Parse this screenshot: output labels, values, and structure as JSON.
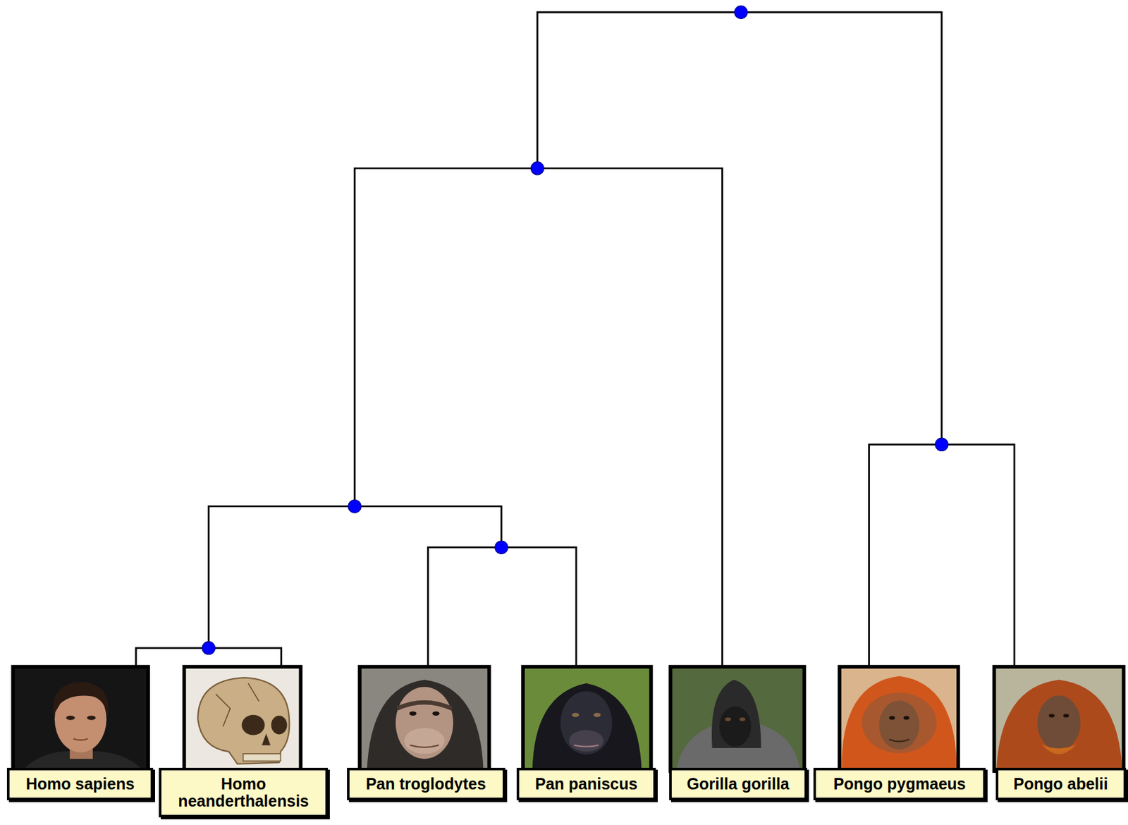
{
  "diagram": {
    "nodes": [
      {
        "text": [
          "Homo sapiens"
        ]
      },
      {
        "text": [
          "Homo neanderthalensis"
        ]
      },
      {
        "text": [
          "Pan troglodytes"
        ]
      },
      {
        "text": [
          "Pan paniscus"
        ]
      },
      {
        "text": [
          "Gorilla gorilla"
        ]
      },
      {
        "text": [
          "Pongo pygmaeus"
        ]
      },
      {
        "text": [
          "Pongo abelii"
        ]
      }
    ]
  }
}
